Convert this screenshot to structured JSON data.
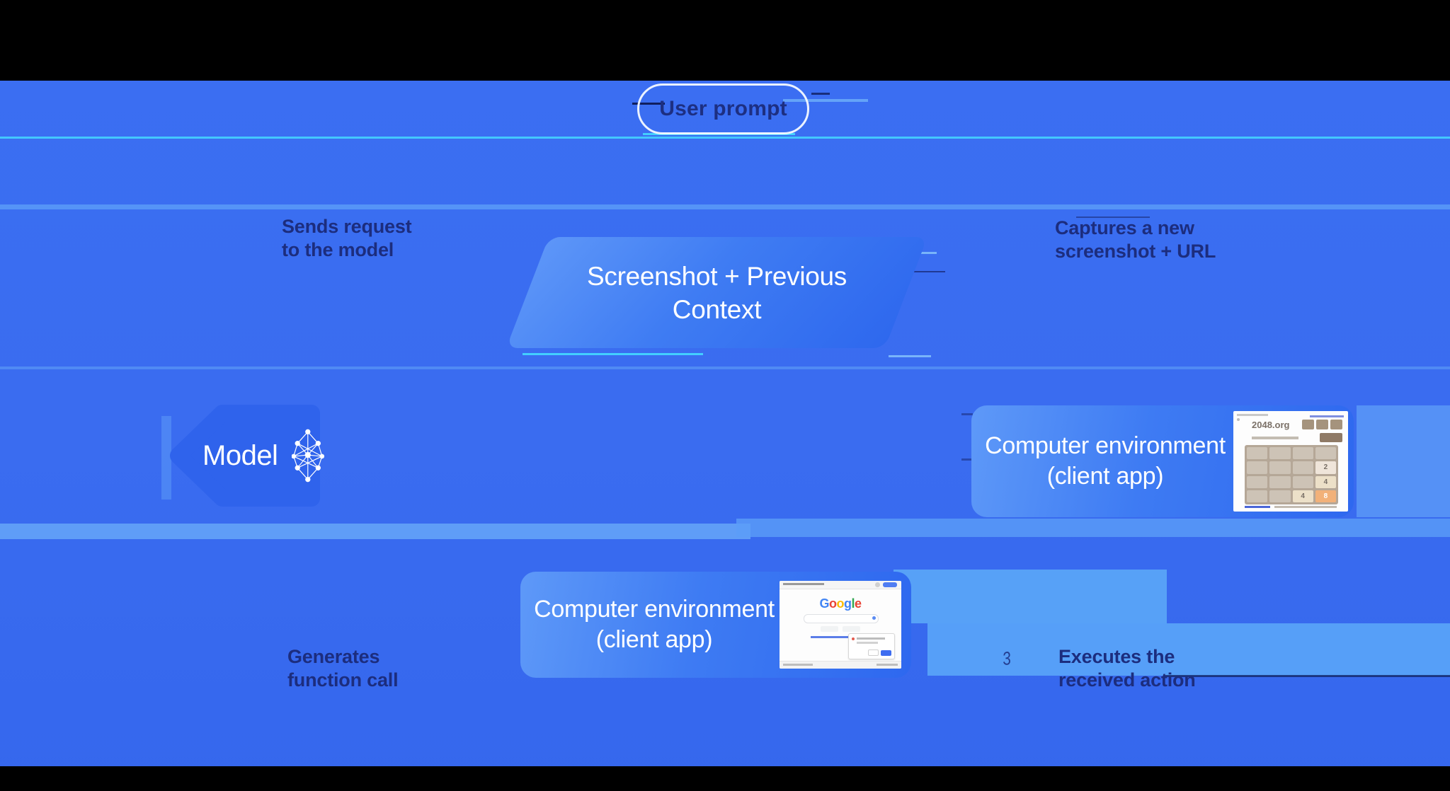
{
  "loop": {
    "user_prompt": "User prompt",
    "context_box": {
      "line1": "Screenshot + Previous",
      "line2": "Context"
    },
    "model_label": "Model",
    "env_right": {
      "line1": "Computer environment",
      "line2": "(client app)"
    },
    "env_bottom": {
      "line1": "Computer environment",
      "line2": "(client app)"
    },
    "steps": {
      "top_left": {
        "line1": "Sends request",
        "line2": "to the model"
      },
      "top_right": {
        "line1": "Captures a new",
        "line2": "screenshot + URL"
      },
      "bottom_left": {
        "line1": "Generates",
        "line2": "function call"
      },
      "bottom_right": {
        "line1": "Executes the",
        "line2": "received action"
      }
    },
    "artifact_glyph": "3"
  },
  "mini_2048": {
    "title": "2048.org",
    "tiles": [
      "",
      "",
      "",
      "",
      "",
      "",
      "",
      "2",
      "",
      "",
      "",
      "4",
      "",
      "",
      "4",
      "8"
    ]
  },
  "mini_google": {
    "letters": [
      "G",
      "o",
      "o",
      "g",
      "l",
      "e"
    ]
  },
  "colors": {
    "background_blue": "#3a6cf0",
    "card_gradient_light": "#5e99f8",
    "card_gradient_dark": "#2e68ef",
    "model_fill": "#2f63ec",
    "label_navy": "#1c2d7e",
    "pill_outline": "#f4f9ff",
    "stripe_light": "#5fa2f8",
    "stripe_cyan": "#45d8ff",
    "letterbox_black": "#000000",
    "tile_2": "#efe5da",
    "tile_4": "#ece0c8",
    "tile_8": "#f2b179",
    "google_blue": "#4285F4",
    "google_red": "#EA4335",
    "google_yellow": "#FBBC05",
    "google_green": "#34A853"
  }
}
